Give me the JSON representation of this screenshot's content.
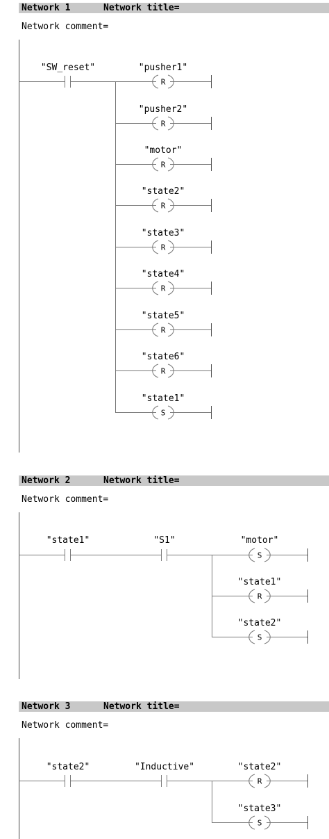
{
  "networks": [
    {
      "number": "Network 1",
      "title": "Network title=",
      "comment": "Network comment=",
      "contacts": [
        "\"SW_reset\""
      ],
      "coils": [
        {
          "name": "\"pusher1\"",
          "type": "R"
        },
        {
          "name": "\"pusher2\"",
          "type": "R"
        },
        {
          "name": "\"motor\"",
          "type": "R"
        },
        {
          "name": "\"state2\"",
          "type": "R"
        },
        {
          "name": "\"state3\"",
          "type": "R"
        },
        {
          "name": "\"state4\"",
          "type": "R"
        },
        {
          "name": "\"state5\"",
          "type": "R"
        },
        {
          "name": "\"state6\"",
          "type": "R"
        },
        {
          "name": "\"state1\"",
          "type": "S"
        }
      ]
    },
    {
      "number": "Network 2",
      "title": "Network title=",
      "comment": "Network comment=",
      "contacts": [
        "\"state1\"",
        "\"S1\""
      ],
      "coils": [
        {
          "name": "\"motor\"",
          "type": "S"
        },
        {
          "name": "\"state1\"",
          "type": "R"
        },
        {
          "name": "\"state2\"",
          "type": "S"
        }
      ]
    },
    {
      "number": "Network 3",
      "title": "Network title=",
      "comment": "Network comment=",
      "contacts": [
        "\"state2\"",
        "\"Inductive\""
      ],
      "coils": [
        {
          "name": "\"state2\"",
          "type": "R"
        },
        {
          "name": "\"state3\"",
          "type": "S"
        }
      ]
    }
  ]
}
